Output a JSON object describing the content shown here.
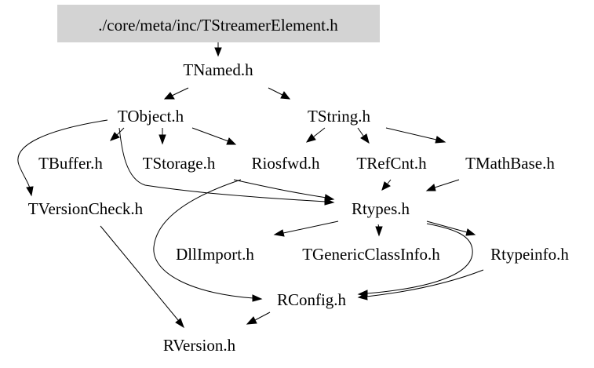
{
  "root": {
    "label": "./core/meta/inc/TStreamerElement.h",
    "fill": "#d3d3d3"
  },
  "nodes": {
    "tnamed": "TNamed.h",
    "tobject": "TObject.h",
    "tstring": "TString.h",
    "tbuffer": "TBuffer.h",
    "tstorage": "TStorage.h",
    "riosfwd": "Riosfwd.h",
    "trefcnt": "TRefCnt.h",
    "tmathbase": "TMathBase.h",
    "tversioncheck": "TVersionCheck.h",
    "rtypes": "Rtypes.h",
    "dllimport": "DllImport.h",
    "tgenericclassinfo": "TGenericClassInfo.h",
    "rtypeinfo": "Rtypeinfo.h",
    "rconfig": "RConfig.h",
    "rversion": "RVersion.h"
  }
}
